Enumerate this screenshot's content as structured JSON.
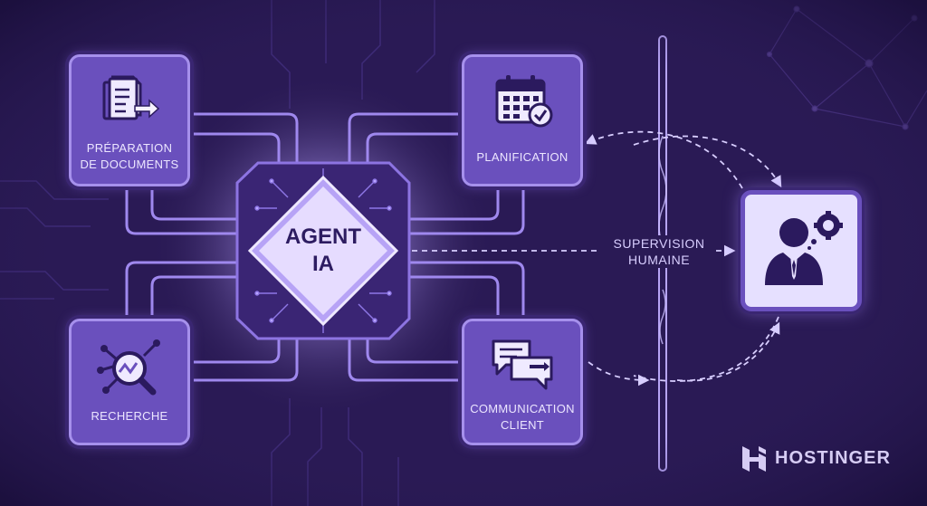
{
  "center": {
    "line1": "AGENT",
    "line2": "IA"
  },
  "nodes": {
    "documents": {
      "line1": "PRÉPARATION",
      "line2": "DE DOCUMENTS"
    },
    "planning": {
      "label": "PLANIFICATION"
    },
    "research": {
      "label": "RECHERCHE"
    },
    "communication": {
      "line1": "COMMUNICATION",
      "line2": "CLIENT"
    }
  },
  "supervision": {
    "line1": "SUPERVISION",
    "line2": "HUMAINE"
  },
  "brand": {
    "name": "HOSTINGER"
  },
  "colors": {
    "background": "#2a1a55",
    "box_fill": "#6a50bd",
    "box_border": "#a690ec",
    "core_glow": "#e6dcff",
    "human_box_fill": "#e6e0ff"
  },
  "icons": {
    "documents": "document-transfer-icon",
    "planning": "calendar-check-icon",
    "research": "magnifier-chart-icon",
    "communication": "chat-bubbles-icon",
    "human": "businessman-gear-icon",
    "brand": "hostinger-logo"
  }
}
